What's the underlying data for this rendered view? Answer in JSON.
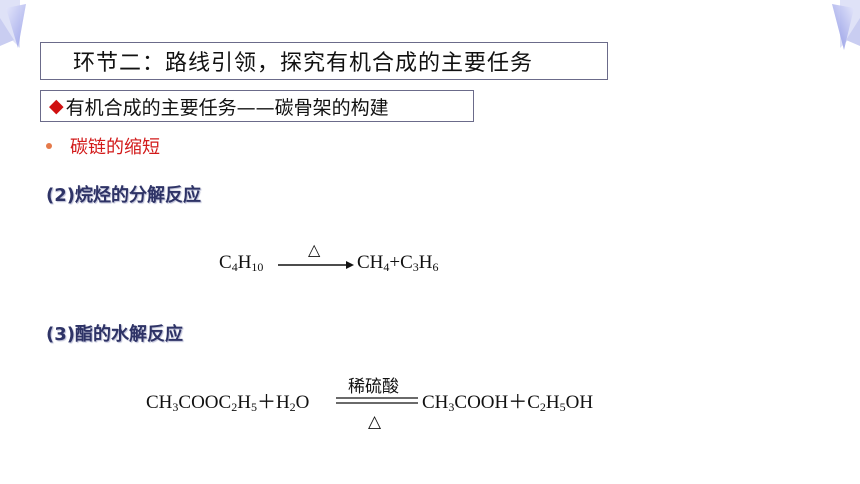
{
  "title": "环节二：路线引领，探究有机合成的主要任务",
  "subtitle": {
    "marker": "◆",
    "text": "有机合成的主要任务——碳骨架的构建"
  },
  "bullet": "碳链的缩短",
  "section2": "(2)烷烃的分解反应",
  "section3": "(3)酯的水解反应",
  "eq1": {
    "condition": "△"
  },
  "eq2": {
    "condition_top": "稀硫酸",
    "condition_bottom": "△"
  }
}
